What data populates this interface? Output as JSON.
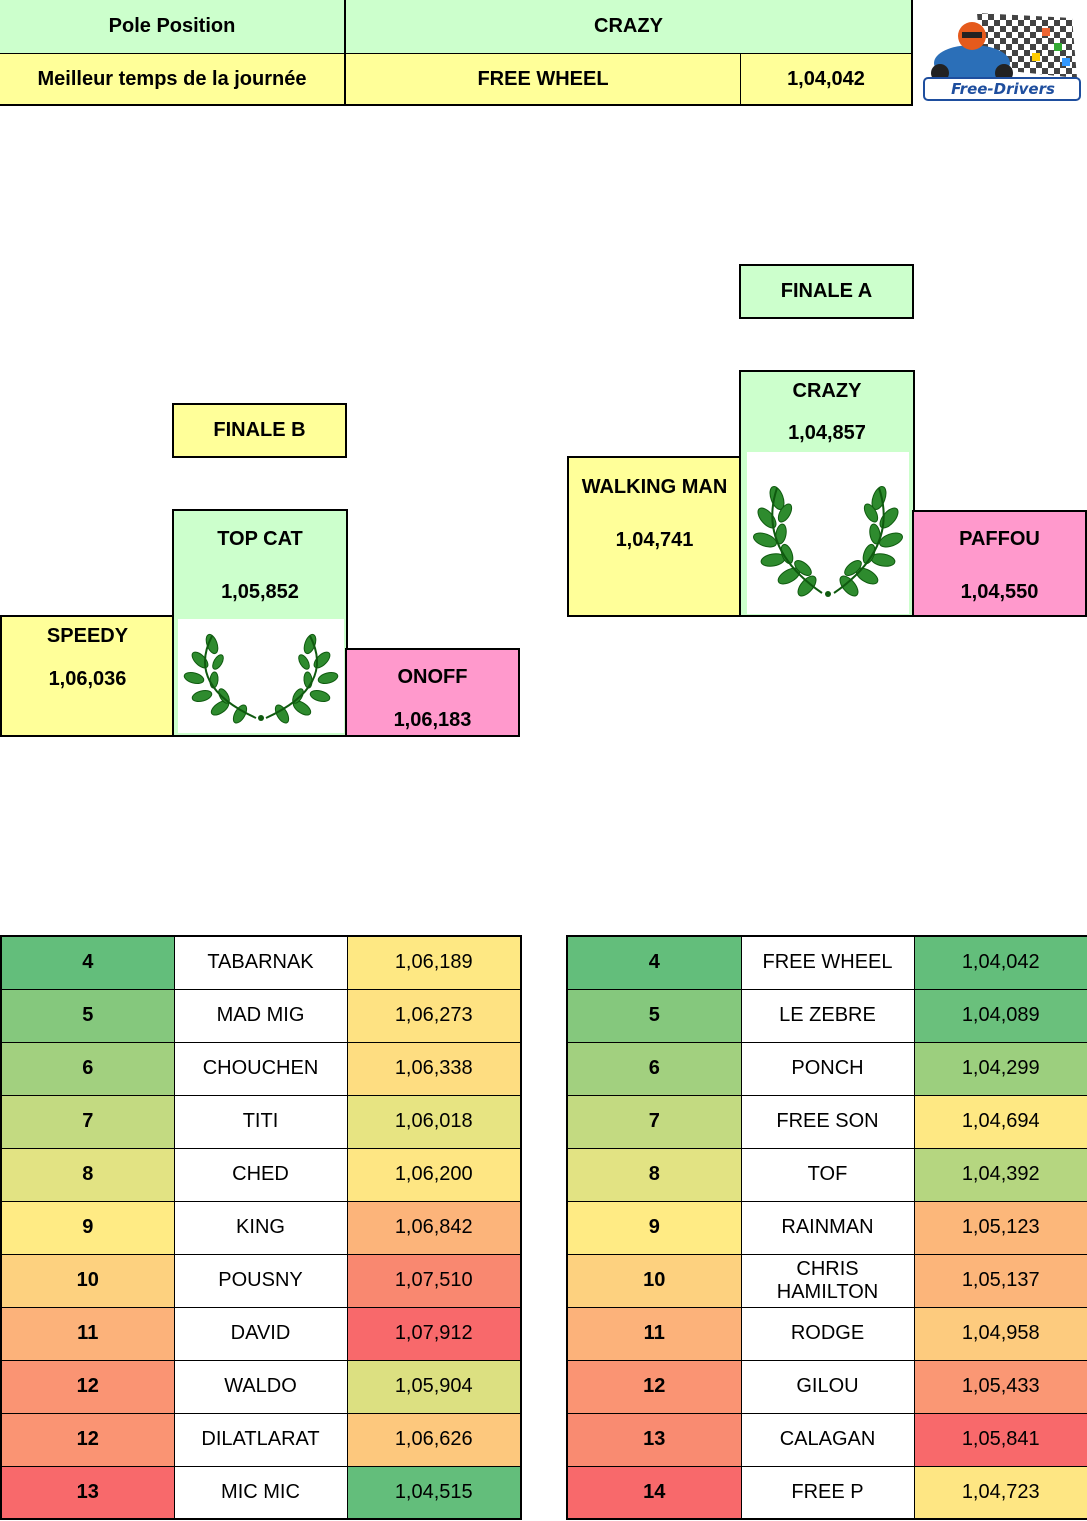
{
  "header": {
    "pole_label": "Pole Position",
    "pole_name": "CRAZY",
    "best_label": "Meilleur temps de la journée",
    "best_name": "FREE WHEEL",
    "best_time": "1,04,042",
    "logo_text": "Free-Drivers"
  },
  "finale_a": {
    "title": "FINALE A",
    "first": {
      "name": "CRAZY",
      "time": "1,04,857"
    },
    "second": {
      "name": "WALKING MAN",
      "time": "1,04,741"
    },
    "third": {
      "name": "PAFFOU",
      "time": "1,04,550"
    }
  },
  "finale_b": {
    "title": "FINALE B",
    "first": {
      "name": "TOP CAT",
      "time": "1,05,852"
    },
    "second": {
      "name": "SPEEDY",
      "time": "1,06,036"
    },
    "third": {
      "name": "ONOFF",
      "time": "1,06,183"
    }
  },
  "table_b": [
    {
      "rank": "4",
      "name": "TABARNAK",
      "time": "1,06,189",
      "rank_color": "#63be7b",
      "time_color": "#fee883"
    },
    {
      "rank": "5",
      "name": "MAD MIG",
      "time": "1,06,273",
      "rank_color": "#85c87d",
      "time_color": "#fee282"
    },
    {
      "rank": "6",
      "name": "CHOUCHEN",
      "time": "1,06,338",
      "rank_color": "#a2d07f",
      "time_color": "#fedd81"
    },
    {
      "rank": "7",
      "name": "TITI",
      "time": "1,06,018",
      "rank_color": "#c3da81",
      "time_color": "#e7e482"
    },
    {
      "rank": "8",
      "name": "CHED",
      "time": "1,06,200",
      "rank_color": "#e2e383",
      "time_color": "#fee683"
    },
    {
      "rank": "9",
      "name": "KING",
      "time": "1,06,842",
      "rank_color": "#ffeb84",
      "time_color": "#fcb47a"
    },
    {
      "rank": "10",
      "name": "POUSNY",
      "time": "1,07,510",
      "rank_color": "#fdd17f",
      "time_color": "#f98870"
    },
    {
      "rank": "11",
      "name": "DAVID",
      "time": "1,07,912",
      "rank_color": "#fcb27a",
      "time_color": "#f8696b"
    },
    {
      "rank": "12",
      "name": "WALDO",
      "time": "1,05,904",
      "rank_color": "#fa9473",
      "time_color": "#dce081"
    },
    {
      "rank": "12",
      "name": "DILATLARAT",
      "time": "1,06,626",
      "rank_color": "#fa9473",
      "time_color": "#fdc87d"
    },
    {
      "rank": "13",
      "name": "MIC MIC",
      "time": "1,04,515",
      "rank_color": "#f8696b",
      "time_color": "#63be7b"
    }
  ],
  "table_a": [
    {
      "rank": "4",
      "name": "FREE WHEEL",
      "time": "1,04,042",
      "rank_color": "#63be7b",
      "time_color": "#63be7b"
    },
    {
      "rank": "5",
      "name": "LE ZEBRE",
      "time": "1,04,089",
      "rank_color": "#85c87d",
      "time_color": "#6ac07c"
    },
    {
      "rank": "6",
      "name": "PONCH",
      "time": "1,04,299",
      "rank_color": "#a2d07f",
      "time_color": "#9ccf7e"
    },
    {
      "rank": "7",
      "name": "FREE SON",
      "time": "1,04,694",
      "rank_color": "#c3da81",
      "time_color": "#fee883"
    },
    {
      "rank": "8",
      "name": "TOF",
      "time": "1,04,392",
      "rank_color": "#e2e383",
      "time_color": "#b5d680"
    },
    {
      "rank": "9",
      "name": "RAINMAN",
      "time": "1,05,123",
      "rank_color": "#ffeb84",
      "time_color": "#fcb77a"
    },
    {
      "rank": "10",
      "name": "CHRIS HAMILTON",
      "time": "1,05,137",
      "rank_color": "#fdd17f",
      "time_color": "#fcb57a"
    },
    {
      "rank": "11",
      "name": "RODGE",
      "time": "1,04,958",
      "rank_color": "#fcb27a",
      "time_color": "#fdcb7e"
    },
    {
      "rank": "12",
      "name": "GILOU",
      "time": "1,05,433",
      "rank_color": "#fa9473",
      "time_color": "#fa9774"
    },
    {
      "rank": "13",
      "name": "CALAGAN",
      "time": "1,05,841",
      "rank_color": "#f98b71",
      "time_color": "#f8696b"
    },
    {
      "rank": "14",
      "name": "FREE P",
      "time": "1,04,723",
      "rank_color": "#f8696b",
      "time_color": "#fee683"
    }
  ]
}
